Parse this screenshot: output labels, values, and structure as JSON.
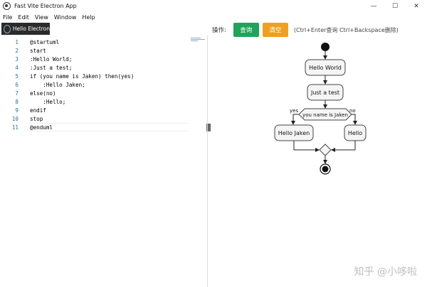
{
  "window": {
    "title": "Fast Vite Electron App",
    "controls": {
      "minimize": "—",
      "maximize": "☐",
      "close": "✕"
    }
  },
  "menu": [
    "File",
    "Edit",
    "View",
    "Window",
    "Help"
  ],
  "tab": {
    "label": "Hello Electron"
  },
  "editor": {
    "lines": [
      {
        "no": "1",
        "text": "@startuml"
      },
      {
        "no": "2",
        "text": "start"
      },
      {
        "no": "3",
        "text": ":Hello World;"
      },
      {
        "no": "4",
        "text": ":Just a test;"
      },
      {
        "no": "5",
        "text": "if (you name is Jaken) then(yes)"
      },
      {
        "no": "6",
        "text": "    :Hello Jaken;"
      },
      {
        "no": "7",
        "text": "else(no)"
      },
      {
        "no": "8",
        "text": "    :Hello;"
      },
      {
        "no": "9",
        "text": "endif"
      },
      {
        "no": "10",
        "text": "stop"
      },
      {
        "no": "11",
        "text": "@enduml"
      }
    ]
  },
  "toolbar": {
    "label": "操作:",
    "query_label": "查询",
    "clear_label": "清空",
    "hint": "(Ctrl+Enter查询 Ctrl+Backspace删除)",
    "query_color": "#20a35b",
    "clear_color": "#f0a020"
  },
  "diagram": {
    "nodes": {
      "hello_world": "Hello World",
      "just_test": "Just a test",
      "hello_jaken": "Hello Jaken",
      "hello": "Hello"
    },
    "condition": "you name is Jaken",
    "yes_label": "yes",
    "no_label": "no"
  },
  "watermark": "知乎 @小哆啦"
}
